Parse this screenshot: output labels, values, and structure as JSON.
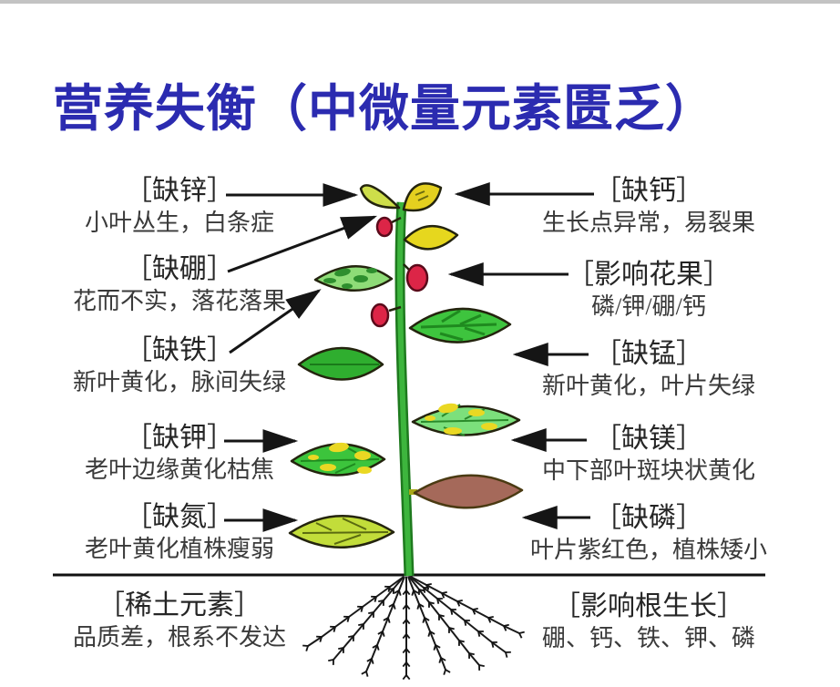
{
  "title": "营养失衡（中微量元素匮乏）",
  "colors": {
    "title_blue": "#2b2bb0",
    "arrow_black": "#151515",
    "stem_green": "#3db53d",
    "stem_outline": "#1e7a1e",
    "leaf_green": "#3ec43e",
    "leaf_dark_green": "#2fae2f",
    "leaf_pale_green": "#8edc77",
    "leaf_blotchy_green": "#7ce07c",
    "leaf_yellow": "#e6d71e",
    "leaf_yellow_green": "#c2dd3a",
    "leaf_brown": "#a5695a",
    "fruit_red": "#dc2547",
    "spot_yellow": "#ead823",
    "soil_line": "#111111"
  },
  "left_labels": [
    {
      "name": "［缺锌］",
      "desc": "小叶丛生，白条症"
    },
    {
      "name": "［缺硼］",
      "desc": "花而不实，落花落果"
    },
    {
      "name": "［缺铁］",
      "desc": "新叶黄化，脉间失绿"
    },
    {
      "name": "［缺钾］",
      "desc": "老叶边缘黄化枯焦"
    },
    {
      "name": "［缺氮］",
      "desc": "老叶黄化植株瘦弱"
    },
    {
      "name": "［稀土元素］",
      "desc": "品质差，根系不发达"
    }
  ],
  "right_labels": [
    {
      "name": "［缺钙］",
      "desc": "生长点异常，易裂果"
    },
    {
      "name": "［影响花果］",
      "desc": "磷/钾/硼/钙"
    },
    {
      "name": "［缺锰］",
      "desc": "新叶黄化，叶片失绿"
    },
    {
      "name": "［缺镁］",
      "desc": "中下部叶斑块状黄化"
    },
    {
      "name": "［缺磷］",
      "desc": "叶片紫红色，植株矮小"
    },
    {
      "name": "［影响根生长］",
      "desc": "硼、钙、铁、钾、磷"
    }
  ]
}
